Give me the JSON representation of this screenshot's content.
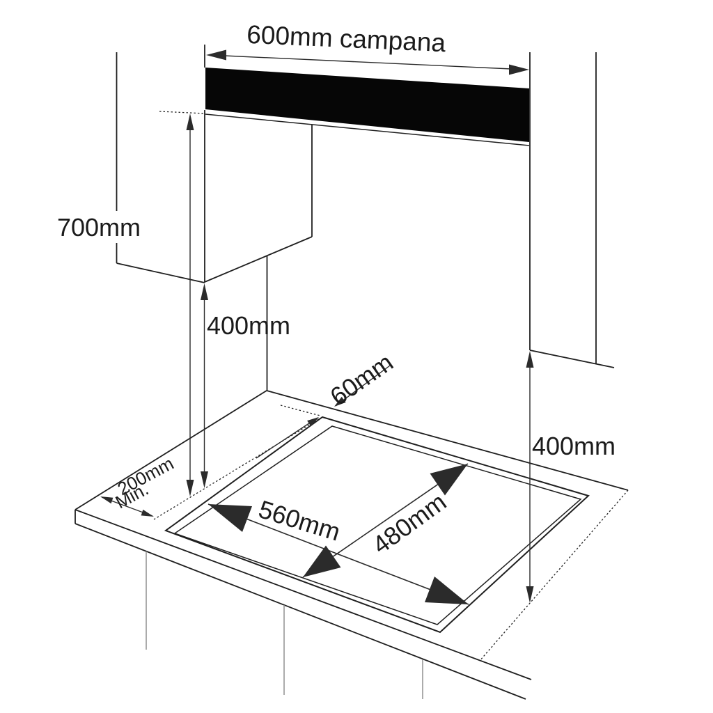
{
  "diagram": {
    "title": "cooktop installation clearance drawing",
    "labels": {
      "hood_width": "600mm campana",
      "hood_height": "700mm",
      "cabinet_clearance": "400mm",
      "back_clearance": "60mm",
      "side_clearance": "200mm",
      "side_clearance_min": "Min.",
      "cutout_width": "560mm",
      "cutout_depth": "480mm",
      "right_clearance": "400mm"
    },
    "colors": {
      "line": "#1f1f1f",
      "dimension_line": "#2b2b2b",
      "hood_band_fill": "#060606",
      "leg_line": "#8f8f8f",
      "background": "#ffffff"
    }
  }
}
